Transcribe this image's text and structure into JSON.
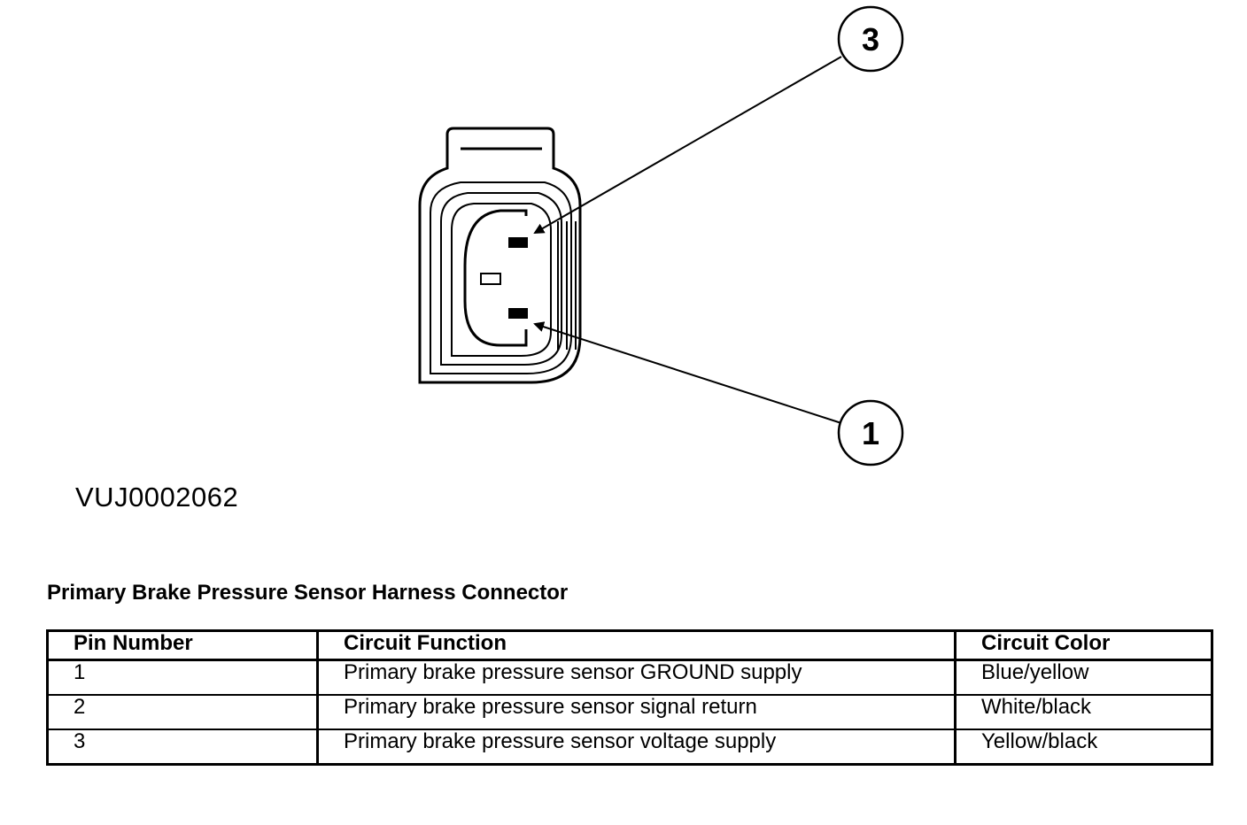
{
  "diagram": {
    "callouts": [
      {
        "label": "3"
      },
      {
        "label": "1"
      }
    ]
  },
  "figure_id": "VUJ0002062",
  "table": {
    "title": "Primary Brake Pressure Sensor Harness Connector",
    "headers": [
      "Pin Number",
      "Circuit Function",
      "Circuit Color"
    ],
    "rows": [
      [
        "1",
        "Primary brake pressure sensor GROUND supply",
        "Blue/yellow"
      ],
      [
        "2",
        "Primary brake pressure sensor signal return",
        "White/black"
      ],
      [
        "3",
        "Primary brake pressure sensor voltage supply",
        "Yellow/black"
      ]
    ]
  }
}
